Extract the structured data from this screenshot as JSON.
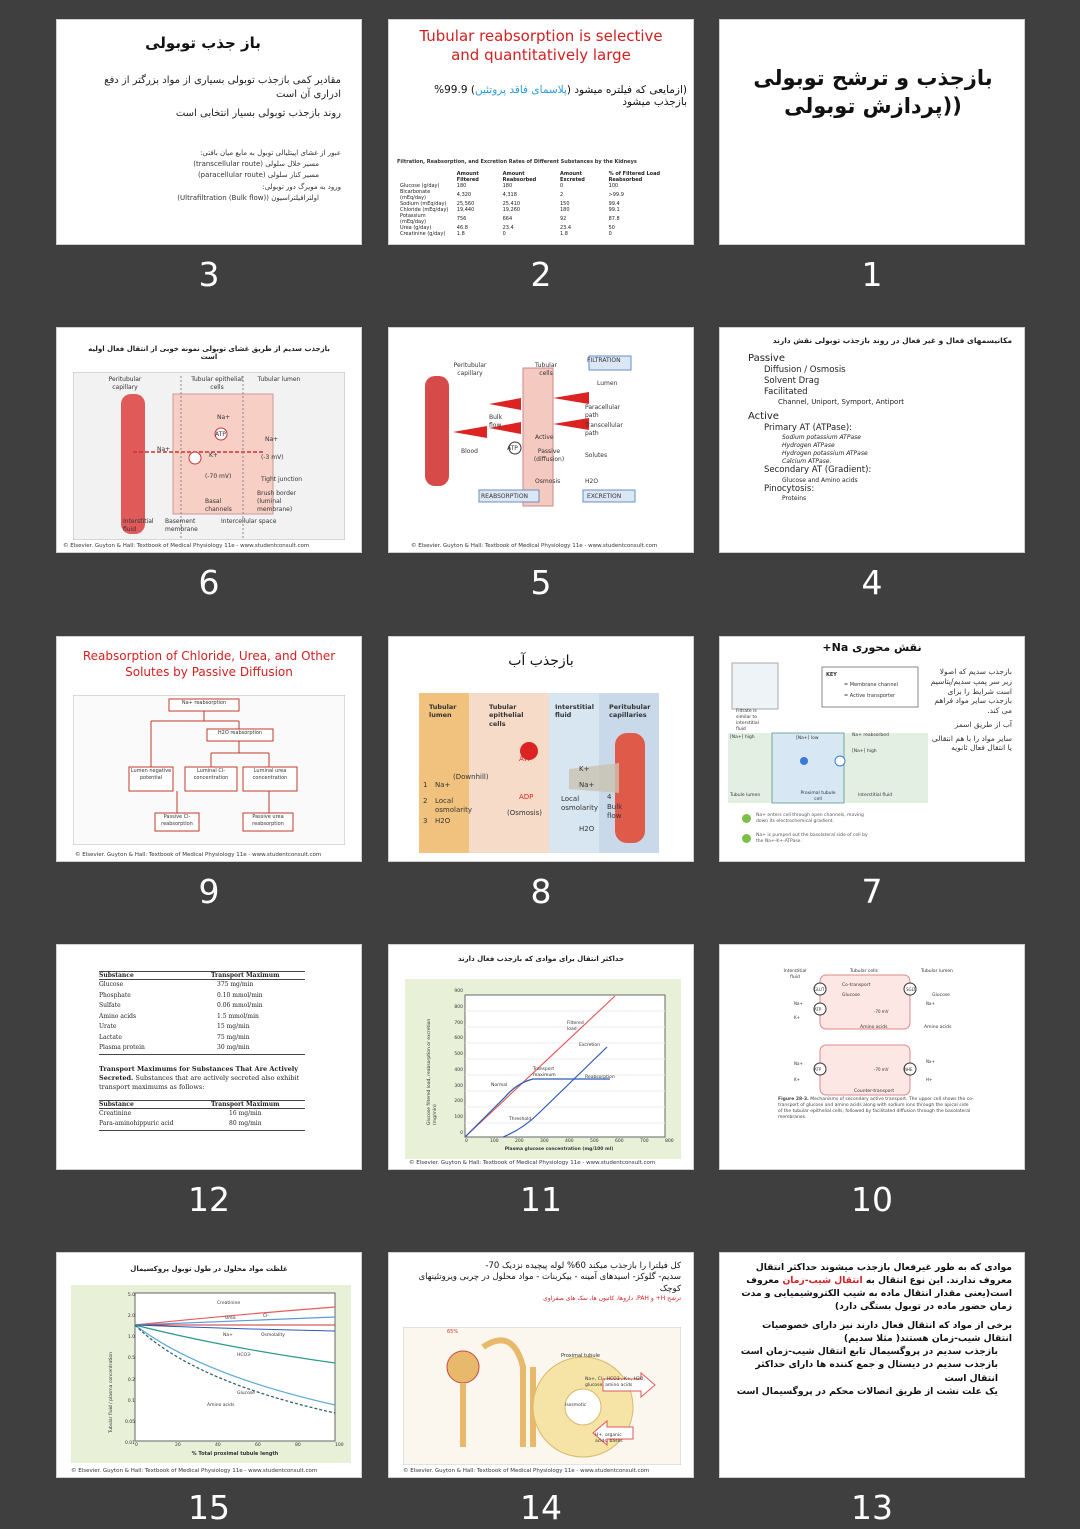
{
  "slides": [
    {
      "number": "1",
      "title_line1": "بازجذب و ترشح توبولی",
      "title_line2": "پردازش توبولی))"
    },
    {
      "number": "2",
      "title": "Tubular reabsorption is selective and quantitatively large",
      "bullet_prefix": "(ازمایعی که فیلتره میشود (",
      "bullet_highlight": "پلاسمای فاقد پروتئین",
      "bullet_suffix": ") 99.9%",
      "bullet_line2": "بازجذب میشود",
      "table_caption": "Filtration, Reabsorption, and Excretion Rates of Different Substances by the Kidneys",
      "table_headers": [
        "",
        "Amount Filtered",
        "Amount Reabsorbed",
        "Amount Excreted",
        "% of Filtered Load Reabsorbed"
      ],
      "table_rows": [
        [
          "Glucose (g/day)",
          "180",
          "180",
          "0",
          "100"
        ],
        [
          "Bicarbonate (mEq/day)",
          "4,320",
          "4,318",
          "2",
          ">99.9"
        ],
        [
          "Sodium (mEq/day)",
          "25,560",
          "25,410",
          "150",
          "99.4"
        ],
        [
          "Chloride (mEq/day)",
          "19,440",
          "19,260",
          "180",
          "99.1"
        ],
        [
          "Potassium (mEq/day)",
          "756",
          "664",
          "92",
          "87.8"
        ],
        [
          "Urea (g/day)",
          "46.8",
          "23.4",
          "23.4",
          "50"
        ],
        [
          "Creatinine (g/day)",
          "1.8",
          "0",
          "1.8",
          "0"
        ]
      ]
    },
    {
      "number": "3",
      "title": "باز جذب توبولی",
      "bullets": [
        "مقادیر کمی بازجذب توبولی بسیاری از مواد بزرگتر از دفع ادراری آن است",
        "روند بازجذب توبولی بسیار انتخابی است"
      ],
      "sub_items": [
        "عبور از غشای اپیتلیالی توبول به مایع میان بافتی:",
        "مسیر خلال سلولی (transcellular route)",
        "مسیر کنار سلولی (paracellular route)",
        "ورود به مویرگ دور توبولی:",
        "اولترافیلتراسیون (Ultrafiltration (Bulk flow))"
      ]
    },
    {
      "number": "4",
      "title": "مکانیسمهای فعال و غیر فعال در روند بازجذب توبولی نقش دارند",
      "lines": [
        "Passive",
        "Diffusion / Osmosis",
        "Solvent Drag",
        "Facilitated",
        "Channel, Uniport, Symport, Antiport",
        "Active",
        "Primary AT (ATPase):",
        "Sodium potassium ATPase",
        "Hydrogen ATPase",
        "Hydrogen potassium ATPase",
        "Calcium ATPase.",
        "Secondary AT (Gradient):",
        "Glucose and Amino acids",
        "Pinocytosis:",
        "Proteins"
      ]
    },
    {
      "number": "5",
      "labels": {
        "capillary": "Peritubular capillary",
        "cells": "Tubular cells",
        "lumen": "Lumen",
        "filtration": "FILTRATION",
        "paracellular": "Paracellular path",
        "transcellular": "Transcellular path",
        "bulk": "Bulk flow",
        "active": "Active",
        "passive": "Passive (diffusion)",
        "solutes": "Solutes",
        "osmosis": "Osmosis",
        "water": "H2O",
        "blood": "Blood",
        "atp": "ATP",
        "reabsorption": "REABSORPTION",
        "excretion": "EXCRETION"
      },
      "credit": "© Elsevier. Guyton & Hall: Textbook of Medical Physiology 11e - www.studentconsult.com"
    },
    {
      "number": "6",
      "title": "بازجذب سدیم از طریق غشای توبولی نمونه خوبی از انتقال فعال اولیه است",
      "labels": {
        "capillary": "Peritubular capillary",
        "cells": "Tubular epithelial cells",
        "lumen": "Tubular lumen",
        "na": "Na+",
        "k": "K+",
        "atp": "ATP",
        "mv70": "(-70 mV)",
        "mv3": "(-3 mV)",
        "tight": "Tight junction",
        "brush": "Brush border (luminal membrane)",
        "basal": "Basal channels",
        "interstitial": "Interstitial fluid",
        "basement": "Basement membrane",
        "intercellular": "Intercellular space"
      },
      "credit": "© Elsevier. Guyton & Hall: Textbook of Medical Physiology 11e - www.studentconsult.com"
    },
    {
      "number": "7",
      "title": "نقش محوری Na+",
      "bullets": [
        "بازجذب سدیم که اصولا زیر سر پمپ سدیم/پتاسیم است شرایط را برای بازجذب سایر مواد فراهم می کند.",
        "آب از طریق اسمز",
        "سایر مواد را با هم انتقالی یا انتقال فعال ثانویه"
      ],
      "labels": {
        "key": "KEY",
        "membrane_channel": "= Membrane channel",
        "active_transporter": "= Active transporter",
        "filtrate": "Filtrate is similar to interstitial fluid",
        "na_high": "[Na+] high",
        "na_low": "[Na+] low",
        "na_reabsorbed": "Na+ reabsorbed",
        "lumen": "Tubule lumen",
        "proximal": "Proximal tubule cell",
        "interstitial": "Interstitial fluid",
        "step1": "Na+ enters cell through open channels, moving down its electrochemical gradient.",
        "step2": "Na+ is pumped out the basolateral side of cell by the Na+-K+-ATPase."
      }
    },
    {
      "number": "8",
      "title": "بازجذب آب",
      "labels": {
        "lumen": "Tubular lumen",
        "epithelial": "Tubular epithelial cells",
        "interstitial": "Interstitial fluid",
        "capillaries": "Peritubular capillaries",
        "na": "Na+",
        "downhill": "(Downhill)",
        "local_osm": "Local osmolarity",
        "h2o": "H2O",
        "atp": "ATP",
        "adp": "ADP",
        "osmosis": "(Osmosis)",
        "k": "K+",
        "bulk": "Bulk flow",
        "step1": "1",
        "step2": "2",
        "step3": "3",
        "step4": "4"
      }
    },
    {
      "number": "9",
      "title": "Reabsorption of Chloride, Urea, and Other Solutes by Passive Diffusion",
      "boxes": {
        "na": "Na+ reabsorption",
        "h2o": "H2O reabsorption",
        "lumen_neg": "Lumen negative potential",
        "cl_conc": "Luminal Cl- concentration",
        "urea_conc": "Luminal urea concentration",
        "passive_cl": "Passive Cl- reabsorption",
        "passive_urea": "Passive urea reabsorption"
      },
      "credit": "© Elsevier. Guyton & Hall: Textbook of Medical Physiology 11e - www.studentconsult.com"
    },
    {
      "number": "10",
      "labels": {
        "interstitial": "Interstitial fluid",
        "cells": "Tubular cells",
        "lumen": "Tubular lumen",
        "cotransport": "Co-transport",
        "glucose": "Glucose",
        "amino": "Amino acids",
        "sglt": "SGLT",
        "glut": "GLUT",
        "atp": "ATP",
        "na": "Na+",
        "k": "K+",
        "h": "H+",
        "nhe": "NHE",
        "mv70": "-70 mV",
        "counter": "Counter-transport",
        "caption_head": "Figure 28-3.",
        "caption": "Mechanisms of secondary active transport. The upper cell shows the co-transport of glucose and amino acids along with sodium ions through the apical side of the tubular epithelial cells, followed by facilitated diffusion through the basolateral membranes."
      }
    },
    {
      "number": "11",
      "title": "حداکثر انتقال برای موادی که بازجذب فعال دارند",
      "chart": {
        "ylabel": "Glucose filtered load, reabsorption or excretion (mg/min)",
        "xlabel": "Plasma glucose concentration (mg/100 ml)",
        "yticks": [
          "0",
          "100",
          "200",
          "300",
          "400",
          "500",
          "600",
          "700",
          "800",
          "900"
        ],
        "xticks": [
          "0",
          "100",
          "200",
          "300",
          "400",
          "500",
          "600",
          "700",
          "800"
        ],
        "filtered": "Filtered load",
        "excretion": "Excretion",
        "transport_max": "Transport maximum",
        "reabsorption": "Reabsorption",
        "normal": "Normal",
        "threshold": "Threshold"
      },
      "credit": "© Elsevier. Guyton & Hall: Textbook of Medical Physiology 11e - www.studentconsult.com"
    },
    {
      "number": "12",
      "header": [
        "Substance",
        "Transport Maximum"
      ],
      "rows": [
        [
          "Glucose",
          "375 mg/min"
        ],
        [
          "Phosphate",
          "0.10 mmol/min"
        ],
        [
          "Sulfate",
          "0.06 mmol/min"
        ],
        [
          "Amino acids",
          "1.5 mmol/min"
        ],
        [
          "Urate",
          "15 mg/min"
        ],
        [
          "Lactate",
          "75 mg/min"
        ],
        [
          "Plasma protein",
          "30 mg/min"
        ]
      ],
      "note_bold": "Transport Maximums for Substances That Are Actively Secreted.",
      "note_rest": "Substances that are actively secreted also exhibit transport maximums as follows:",
      "header2": [
        "Substance",
        "Transport Maximum"
      ],
      "rows2": [
        [
          "Creatinine",
          "16 mg/min"
        ],
        [
          "Para-aminohippuric acid",
          "80 mg/min"
        ]
      ]
    },
    {
      "number": "13",
      "p1_a": "موادی که به طور غیرفعال بازجذب میشوند حداکثر انتقال معروف ندارند. این نوع انتقال به ",
      "p1_red": "انتقال شیب-زمان",
      "p1_b": " معروف است(یعنی مقدار انتقال ماده به شیب الکتروشیمیایی و مدت زمان حضور ماده در توبول بستگی دارد)",
      "p2": "برخی از مواد که انتقال فعال دارند نیز دارای خصوصیات انتقال شیب-زمان هستند( مثلا سدیم)",
      "p3": "بازجذب سدیم در پروگسیمال تابع انتقال شیب-زمان است",
      "p4": "بازجذب سدیم در دیستال و جمع کننده ها دارای حداکثر انتقال است",
      "p5": "یک علت نشت از طریق اتصالات محکم در پروگسیمال است"
    },
    {
      "number": "14",
      "line1": "کل فیلترا را بازجذب میکند 60% لوله پیچیده نزدیک 70-",
      "line2": "سدیم- گلوکز- اسیدهای آمینه - بیکربنات - مواد محلول در چربی ویروتئینهای کوچک",
      "line3_red": "ترشح H+ و PAH، داروها، کاتیون ها، نمک های صفراوی",
      "labels": {
        "pct": "65%",
        "proximal": "Proximal tubule",
        "ions": "Na+, Cl-, HCO3-, K+, H2O, glucose, amino acids",
        "isosmotic": "Isosmotic",
        "secretion": "H+, organic acids, bases"
      },
      "credit": "© Elsevier. Guyton & Hall: Textbook of Medical Physiology 11e - www.studentconsult.com"
    },
    {
      "number": "15",
      "title": "غلظت مواد محلول در طول توبول پروکسیمال",
      "chart": {
        "ylabel": "Tubular fluid / plasma concentration",
        "xlabel": "% Total proximal tubule length",
        "yticks": [
          "0.01",
          "0.05",
          "0.1",
          "0.2",
          "0.5",
          "1.0",
          "2.0",
          "5.0"
        ],
        "xticks": [
          "0",
          "20",
          "40",
          "60",
          "80",
          "100"
        ],
        "series": [
          "Creatinine",
          "Urea",
          "Cl-",
          "Na+",
          "Osmolality",
          "HCO3-",
          "Glucose",
          "Amino acids"
        ]
      },
      "credit": "© Elsevier. Guyton & Hall: Textbook of Medical Physiology 11e - www.studentconsult.com"
    }
  ]
}
